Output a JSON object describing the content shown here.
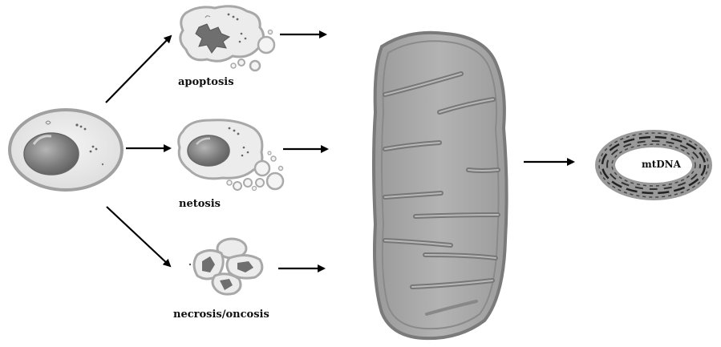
{
  "labels": {
    "apoptosis": "apoptosis",
    "netosis": "netosis",
    "necrosis": "necrosis/oncosis",
    "mtdna": "mtDNA"
  },
  "colors": {
    "cell_fill": "#e8e8e8",
    "cell_stroke": "#a6a6a6",
    "nucleus": "#7a7a7a",
    "mito_fill": "#a9a9a9",
    "mito_edge": "#7d7d7d",
    "arrow": "#000000",
    "ring": "#9a9a9a"
  }
}
